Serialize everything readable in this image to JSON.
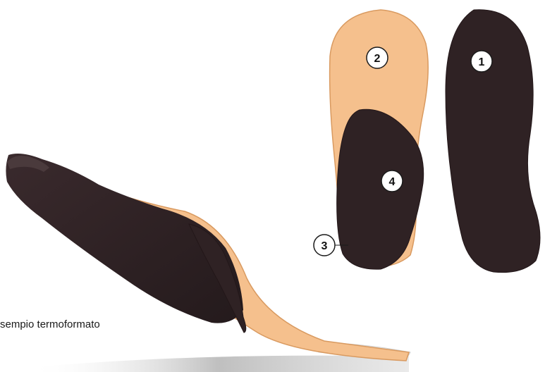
{
  "colors": {
    "insole_dark": "#2f2224",
    "insole_dark_edge": "#231719",
    "cork_tan": "#f5c08d",
    "cork_edge": "#d99a60",
    "badge_fill": "#ffffff",
    "badge_stroke": "#1a1a1a"
  },
  "labels": {
    "badge_1": "1",
    "badge_2": "2",
    "badge_3": "3",
    "badge_4": "4"
  },
  "caption": "sempio termoformato"
}
